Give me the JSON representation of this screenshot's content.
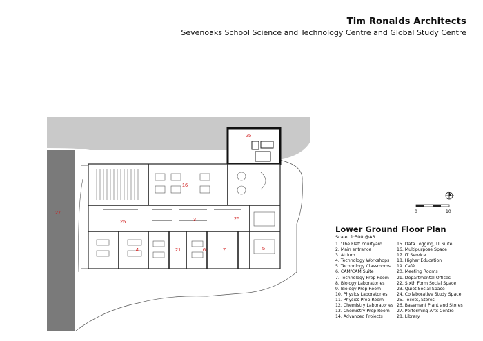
{
  "header": {
    "firm": "Tim Ronalds Architects",
    "project": "Sevenoaks School Science and Technology Centre and Global Study Centre"
  },
  "plan": {
    "title": "Lower Ground Floor Plan",
    "scale": "Scale: 1:500 @A3",
    "scale_bar": {
      "start": "0",
      "end": "10"
    },
    "room_labels": [
      "25",
      "16",
      "25",
      "3",
      "25",
      "4",
      "21",
      "6",
      "7",
      "5",
      "27"
    ],
    "colors": {
      "label_red": "#d01a1a",
      "ground_grey": "#c9c9c9",
      "building_dark": "#7a7a7a",
      "wall": "#222222"
    }
  },
  "legend": [
    "1. 'The Flat' courtyard",
    "2. Main entrance",
    "3. Atrium",
    "4. Technology Workshops",
    "5. Technology Classrooms",
    "6. CAM/CAM Suite",
    "7. Technology Prep Room",
    "8. Biology Laboratories",
    "9. Biology Prep Room",
    "10. Physics Laboratories",
    "11. Physics Prep Room",
    "12. Chemistry Laboratories",
    "13. Chemistry Prep Room",
    "14. Advanced Projects",
    "15. Data Logging, IT Suite",
    "16. Multipurpose Space",
    "17. IT Service",
    "18. Higher Education",
    "19. Café",
    "20. Meeting Rooms",
    "21. Departmental Offices",
    "22. Sixth Form Social Space",
    "23. Quiet Social Space",
    "24. Collaborative Study Space",
    "25. Toilets, Stores",
    "26. Basement Plant and Stores",
    "27. Performing Arts Centre",
    "28. Library"
  ]
}
